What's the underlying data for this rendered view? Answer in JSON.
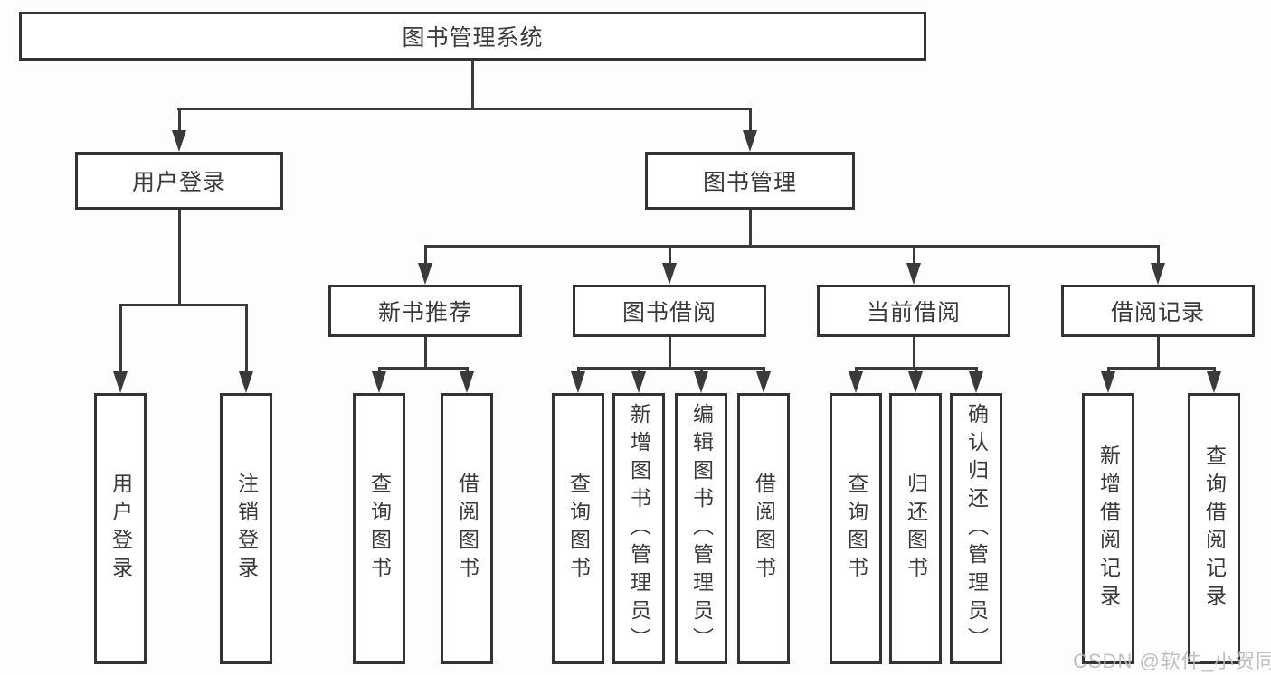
{
  "nodes": {
    "root": "图书管理系统",
    "user_login": "用户登录",
    "book_mgmt": "图书管理",
    "new_book_rec": "新书推荐",
    "book_borrow": "图书借阅",
    "current_borrow": "当前借阅",
    "borrow_record": "借阅记录",
    "leaf_user_login": "用户登录",
    "leaf_logout": "注销登录",
    "leaf_rec_query": "查询图书",
    "leaf_rec_borrow": "借阅图书",
    "leaf_bb_query": "查询图书",
    "leaf_bb_add": "新增图书（管理员）",
    "leaf_bb_edit": "编辑图书（管理员）",
    "leaf_bb_borrow": "借阅图书",
    "leaf_cb_query": "查询图书",
    "leaf_cb_return": "归还图书",
    "leaf_cb_confirm": "确认归还（管理员）",
    "leaf_br_add": "新增借阅记录",
    "leaf_br_query": "查询借阅记录"
  },
  "watermark": "CSDN @软件_小贺同学",
  "colors": {
    "line": "#3a3a3a",
    "box_border": "#333333",
    "text": "#3a3a3a",
    "box_fill": "#ffffff",
    "background": "#fdfdfd",
    "watermark": "#b9b9b9"
  }
}
